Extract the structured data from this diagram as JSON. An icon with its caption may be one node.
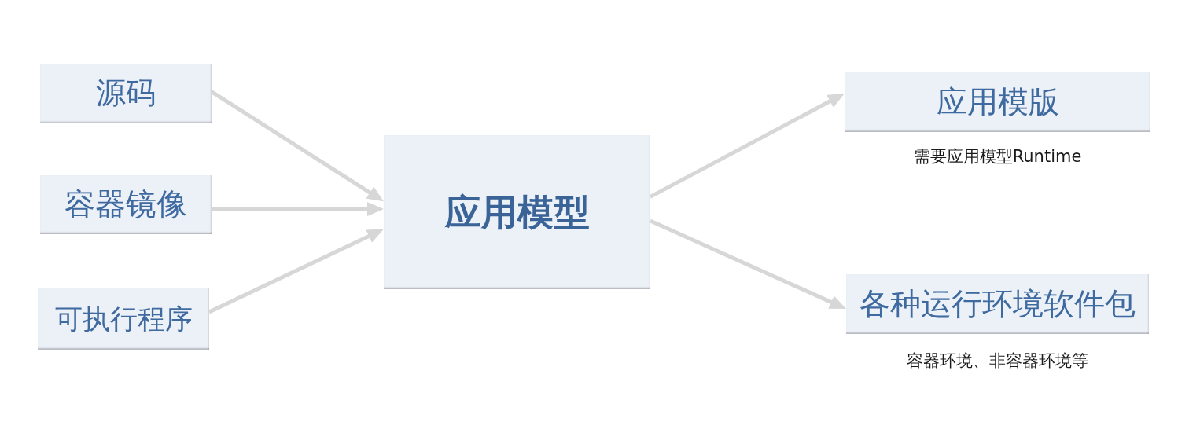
{
  "diagram": {
    "nodes": [
      {
        "text": [
          "源码"
        ]
      },
      {
        "text": [
          "容器镜像"
        ]
      },
      {
        "text": [
          "可执行程序"
        ]
      },
      {
        "text": [
          "应用模型"
        ]
      },
      {
        "text": [
          "应用模版"
        ],
        "beside": [
          "需要应用模型Runtime"
        ]
      },
      {
        "text": [
          "各种运行环境软件包"
        ],
        "beside": [
          "容器环境、非容器环境等"
        ]
      }
    ],
    "edges": [
      {
        "from": 0,
        "to": 3,
        "arrow": "to"
      },
      {
        "from": 1,
        "to": 3,
        "arrow": "to"
      },
      {
        "from": 2,
        "to": 3,
        "arrow": "to"
      },
      {
        "from": 3,
        "to": 4,
        "arrow": "to"
      },
      {
        "from": 3,
        "to": 5,
        "arrow": "to"
      }
    ]
  }
}
